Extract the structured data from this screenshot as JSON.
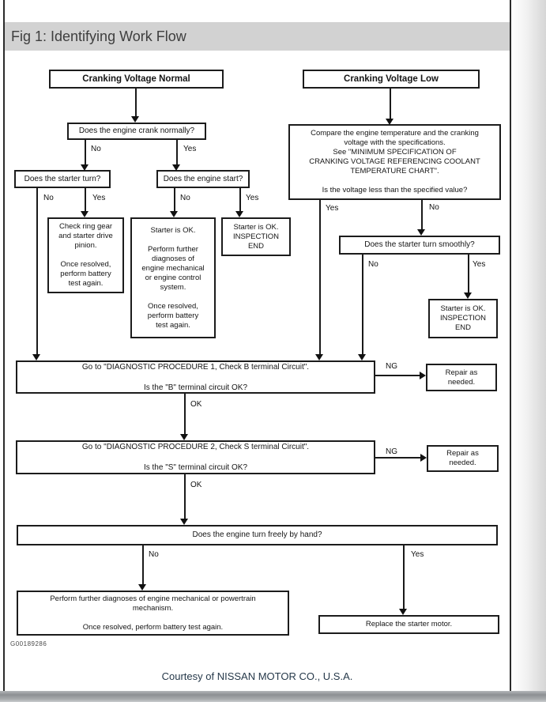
{
  "header": {
    "title": "Fig 1: Identifying Work Flow"
  },
  "footer": {
    "figure_code": "G00189286",
    "courtesy": "Courtesy of NISSAN MOTOR CO., U.S.A."
  },
  "colors": {
    "title_band_bg": "#d2d2d2",
    "title_text": "#3e3e3e",
    "flow_ink": "#1a1a1a",
    "courtesy_text": "#26394a",
    "bottom_bar": "#8d9093"
  },
  "labels": {
    "yes": "Yes",
    "no": "No",
    "ok": "OK",
    "ng": "NG"
  },
  "nodes": {
    "cranking_voltage_normal": "Cranking Voltage Normal",
    "cranking_voltage_low": "Cranking Voltage Low",
    "engine_crank_normally": "Does the engine crank normally?",
    "starter_turn": "Does the starter turn?",
    "engine_start": "Does the engine start?",
    "check_ring_gear": "Check ring gear\nand starter drive\npinion.\n\nOnce resolved,\nperform battery\ntest again.",
    "starter_ok_further_diag": "Starter is OK.\n\nPerform further\ndiagnoses of\nengine mechanical\nor engine control\nsystem.\n\nOnce resolved,\nperform battery\ntest again.",
    "starter_ok_inspection_end_1": "Starter is OK.\nINSPECTION\nEND",
    "compare_temperature": "Compare the engine temperature and the cranking\nvoltage with the specifications.\nSee \"MINIMUM SPECIFICATION OF\nCRANKING VOLTAGE REFERENCING COOLANT\nTEMPERATURE CHART\".\n\nIs the voltage less than the specified value?",
    "starter_turn_smoothly": "Does the starter turn smoothly?",
    "starter_ok_inspection_end_2": "Starter is OK.\nINSPECTION\nEND",
    "diagnostic_procedure_1": "Go to \"DIAGNOSTIC PROCEDURE 1, Check B terminal Circuit\".\n\nIs the \"B\" terminal circuit OK?",
    "repair_as_needed_1": "Repair as\nneeded.",
    "diagnostic_procedure_2": "Go to \"DIAGNOSTIC PROCEDURE 2, Check S terminal Circuit\".\n\nIs the \"S\" terminal circuit OK?",
    "repair_as_needed_2": "Repair as\nneeded.",
    "engine_turn_freely": "Does the engine turn freely by hand?",
    "further_diag_powertrain": "Perform further diagnoses of engine mechanical or powertrain\nmechanism.\n\nOnce resolved, perform battery test again.",
    "replace_starter_motor": "Replace the starter motor."
  }
}
